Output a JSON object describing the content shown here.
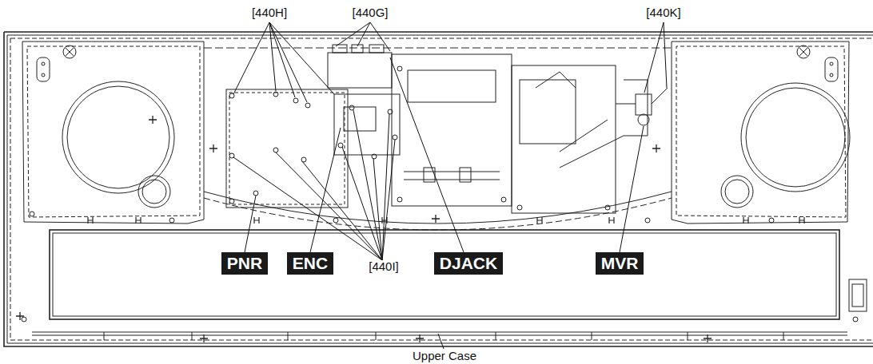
{
  "diagram": {
    "nodes": [
      {
        "text": [
          "PNR"
        ]
      },
      {
        "text": [
          "ENC"
        ]
      },
      {
        "text": [
          "DJACK"
        ]
      },
      {
        "text": [
          "MVR"
        ]
      }
    ],
    "labels": [
      "[440H]",
      "[440G]",
      "[440K]",
      "[440I]",
      "Upper Case"
    ]
  }
}
